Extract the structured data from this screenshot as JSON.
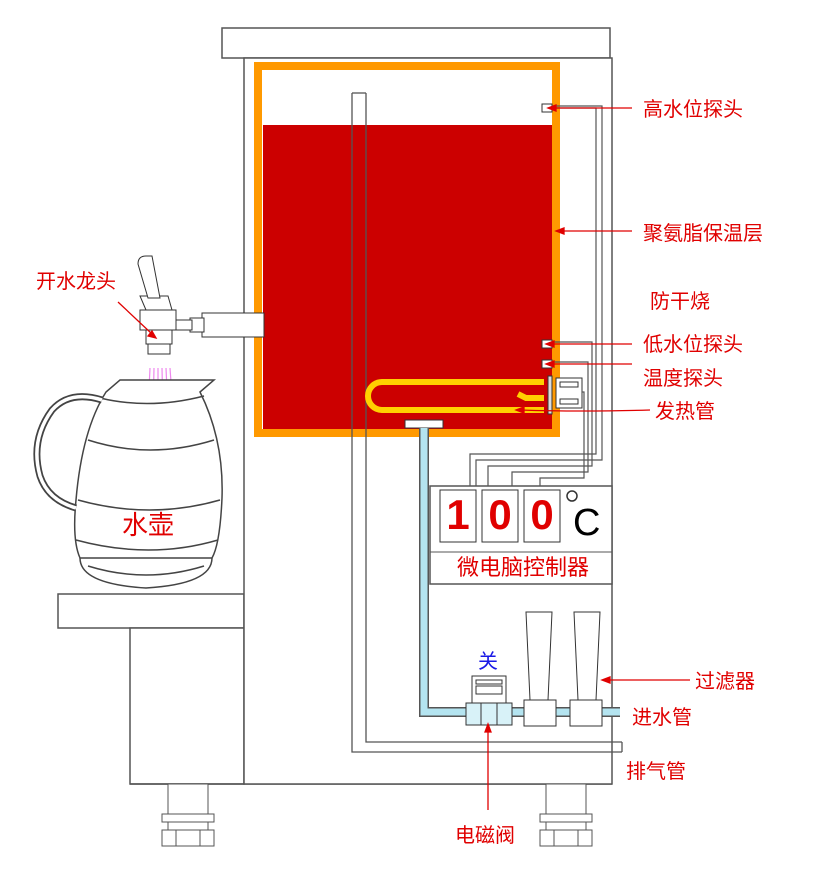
{
  "labels": {
    "high_water_probe": "高水位探头",
    "insulation_layer": "聚氨脂保温层",
    "dry_burn_protection": "防干烧",
    "low_water_probe": "低水位探头",
    "temperature_probe": "温度探头",
    "heating_tube": "发热管",
    "water_tap": "开水龙头",
    "kettle": "水壶",
    "filter": "过滤器",
    "inlet_pipe": "进水管",
    "exhaust_pipe": "排气管",
    "solenoid_valve": "电磁阀",
    "valve_state": "关"
  },
  "controller": {
    "digit_1": "1",
    "digit_2": "0",
    "digit_3": "0",
    "degree_symbol": "°",
    "unit": "C",
    "name": "微电脑控制器"
  },
  "colors": {
    "water": "#cc0000",
    "insulation": "#ff9900",
    "heater": "#ffd000",
    "pipe": "#b4e4f0",
    "label_red": "#e00000",
    "label_blue": "#1a1ae6"
  }
}
